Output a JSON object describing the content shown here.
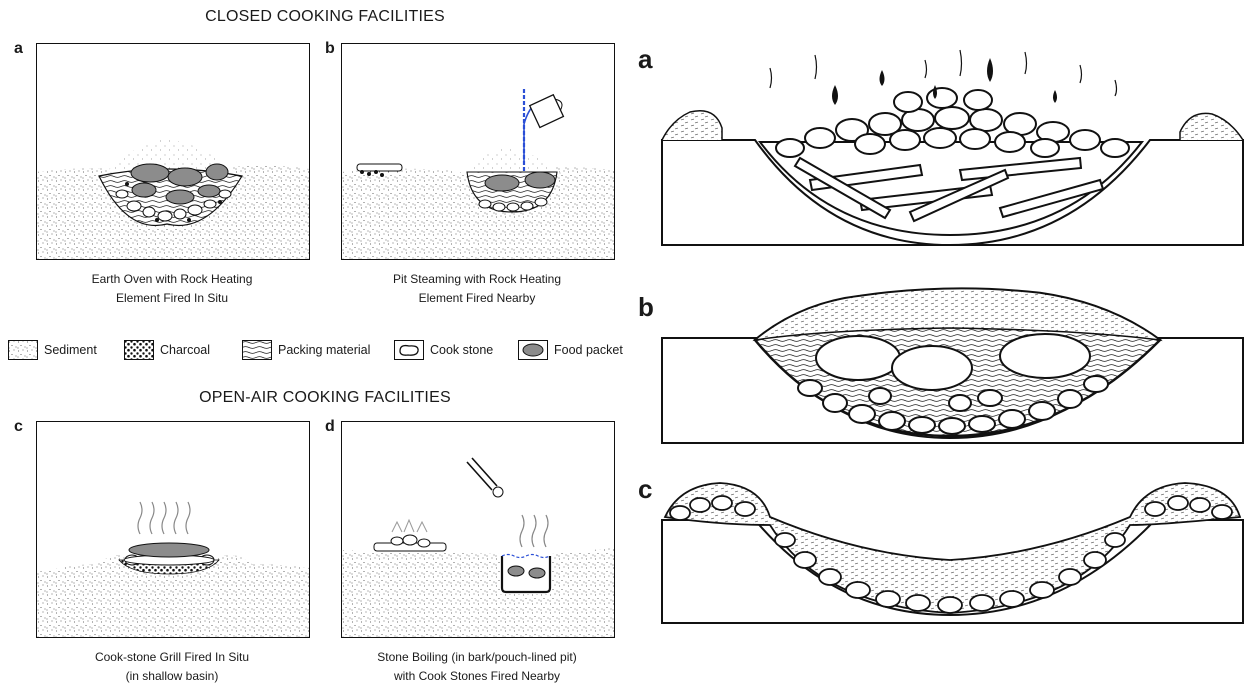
{
  "closed_title": "CLOSED COOKING FACILITIES",
  "open_title": "OPEN-AIR COOKING FACILITIES",
  "panels": [
    {
      "label": "a",
      "caption1": "Earth Oven with Rock Heating",
      "caption2": "Element Fired In Situ"
    },
    {
      "label": "b",
      "caption1": "Pit Steaming with Rock Heating",
      "caption2": "Element Fired Nearby"
    },
    {
      "label": "c",
      "caption1": "Cook-stone Grill Fired In Situ",
      "caption2": "(in shallow basin)"
    },
    {
      "label": "d",
      "caption1": "Stone Boiling (in bark/pouch-lined pit)",
      "caption2": "with Cook Stones Fired Nearby"
    }
  ],
  "legend": [
    {
      "label": "Sediment",
      "icon": "sediment-swatch"
    },
    {
      "label": "Charcoal",
      "icon": "charcoal-swatch"
    },
    {
      "label": "Packing material",
      "icon": "packing-swatch"
    },
    {
      "label": "Cook stone",
      "icon": "cook-stone-swatch"
    },
    {
      "label": "Food packet",
      "icon": "food-packet-swatch"
    }
  ],
  "right_labels": [
    "a",
    "b",
    "c"
  ],
  "colors": {
    "food": "#8c8c8c",
    "water": "#2b4fd6",
    "outline": "#111111"
  }
}
